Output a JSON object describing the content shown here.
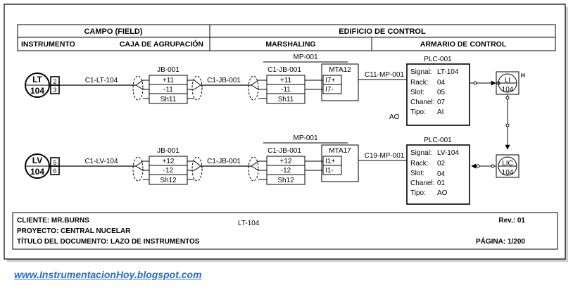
{
  "header": {
    "campo": "CAMPO (FIELD)",
    "edificio": "EDIFICIO DE CONTROL",
    "instrumento": "INSTRUMENTO",
    "caja": "CAJA DE AGRUPACIÓN",
    "marshaling": "MARSHALING",
    "armario": "ARMARIO DE CONTROL"
  },
  "loops": [
    {
      "instrument": {
        "tag": "LT",
        "number": "104",
        "terminals": [
          "2",
          "3"
        ]
      },
      "field_cable": "C1-LT-104",
      "jb": {
        "title": "JB-001",
        "rows": [
          "+11",
          "-11",
          "Sh11"
        ]
      },
      "jb_cable": "C1-JB-001",
      "mp_title": "MP-001",
      "mpjb": {
        "title": "C1-JB-001",
        "rows": [
          "+11",
          "-11",
          "Sh11"
        ]
      },
      "mta": {
        "title": "MTA12",
        "rows": [
          "I7+",
          "I7-"
        ]
      },
      "mp_cable": "C11-MP-001",
      "plc": {
        "title": "PLC-001",
        "rows": [
          {
            "label": "Signal:",
            "value": "LT-104"
          },
          {
            "label": "Rack:",
            "value": "04"
          },
          {
            "label": "Slot:",
            "value": "05"
          },
          {
            "label": "Chanel:",
            "value": "07"
          },
          {
            "label": "Tipo:",
            "value": "AI"
          }
        ]
      },
      "io_type": "AO",
      "dcs": {
        "tag": "LI",
        "number": "104",
        "alarm": "H"
      }
    },
    {
      "instrument": {
        "tag": "LV",
        "number": "104",
        "terminals": [
          "5",
          "6"
        ]
      },
      "field_cable": "C1-LV-104",
      "jb": {
        "title": "JB-001",
        "rows": [
          "+12",
          "-12",
          "Sh12"
        ]
      },
      "jb_cable": "C1-JB-001",
      "mp_title": "MP-001",
      "mpjb": {
        "title": "C1-JB-001",
        "rows": [
          "+12",
          "-12",
          "Sh12"
        ]
      },
      "mta": {
        "title": "MTA17",
        "rows": [
          "I1+",
          "I1-"
        ]
      },
      "mp_cable": "C19-MP-001",
      "plc": {
        "title": "PLC-001",
        "rows": [
          {
            "label": "Signal:",
            "value": "LV-104"
          },
          {
            "label": "Rack:",
            "value": "02"
          },
          {
            "label": "Slot:",
            "value": "04"
          },
          {
            "label": "Chanel:",
            "value": "01"
          },
          {
            "label": "Tipo:",
            "value": "AO"
          }
        ]
      },
      "dcs": {
        "tag": "LIC",
        "number": "104"
      }
    }
  ],
  "title_block": {
    "cliente": "CLIENTE: MR.BURNS",
    "proyecto": "PROYECTO: CENTRAL NUCELAR",
    "titulo": "TÍTULO DEL DOCUMENTO: LAZO DE INSTRUMENTOS",
    "loop_tag": "LT-104",
    "rev": "Rev.: 01",
    "pagina": "PÁGINA: 1/200"
  },
  "footer_link": "www.InstrumentacionHoy.blogspot.com",
  "colors": {
    "line": "#000000",
    "link": "#1f6fd0",
    "shadow": "#c8c8c8"
  }
}
